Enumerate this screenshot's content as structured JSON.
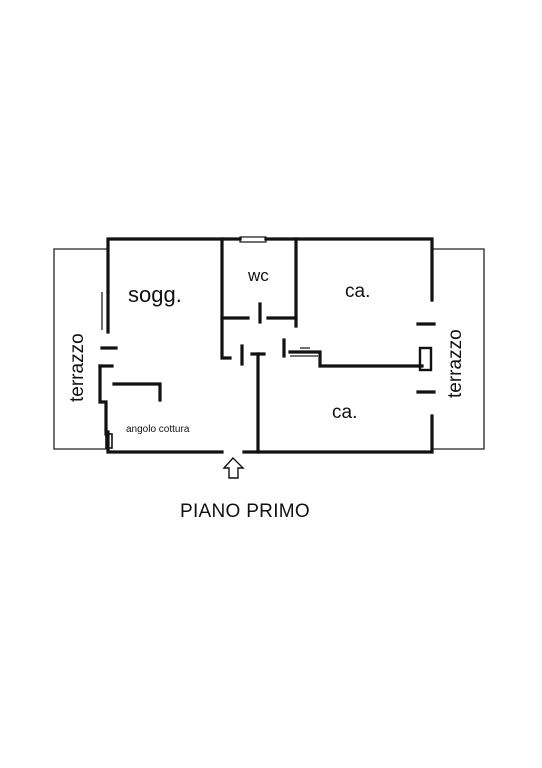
{
  "plan": {
    "caption": "PIANO PRIMO",
    "rooms": {
      "terrace_left": "terrazzo",
      "terrace_right": "terrazzo",
      "living": "sogg.",
      "bathroom": "wc",
      "bedroom_top": "ca.",
      "bedroom_bottom": "ca.",
      "kitchen_corner": "angolo cottura"
    },
    "colors": {
      "ink": "#111111",
      "paper": "#ffffff"
    }
  }
}
